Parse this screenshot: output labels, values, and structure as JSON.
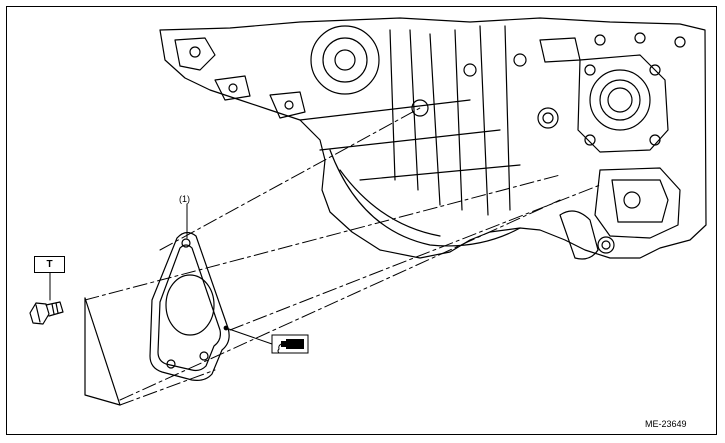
{
  "callouts": {
    "part_number": "(1)",
    "torque_symbol": "T"
  },
  "figure_id": "ME-23649",
  "icons": {
    "sealant": "sealant-tube-icon",
    "bolt": "bolt-icon",
    "gasket": "gasket-plate-icon",
    "engine": "engine-block-icon"
  },
  "colors": {
    "line": "#000000",
    "background": "#ffffff"
  }
}
